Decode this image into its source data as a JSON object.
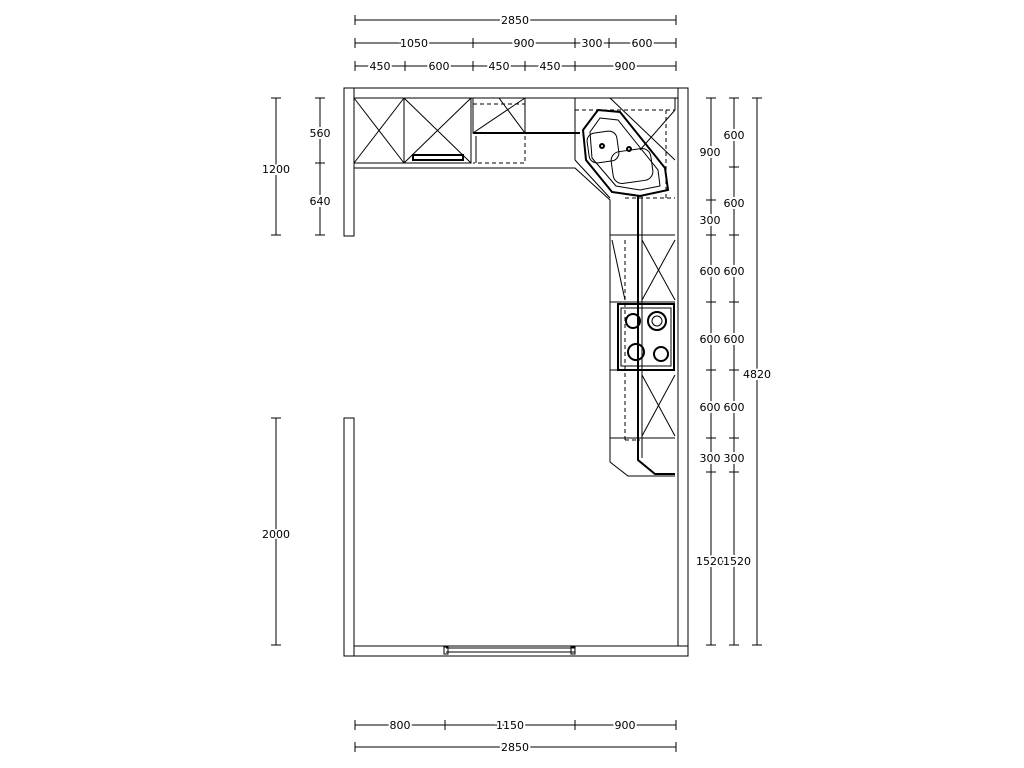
{
  "dimensions": {
    "top_total": "2850",
    "top_row2": [
      "1050",
      "900",
      "300",
      "600"
    ],
    "top_row3": [
      "450",
      "600",
      "450",
      "450",
      "900"
    ],
    "left_total": "1200",
    "left_parts": [
      "560",
      "640"
    ],
    "left_lower": "2000",
    "right_a": [
      "900",
      "300",
      "600",
      "600",
      "600",
      "300",
      "1520"
    ],
    "right_b": [
      "600",
      "600",
      "600",
      "600",
      "600",
      "300",
      "1520"
    ],
    "right_total": "4820",
    "bottom_row": [
      "800",
      "1150",
      "900"
    ],
    "bottom_total": "2850"
  }
}
